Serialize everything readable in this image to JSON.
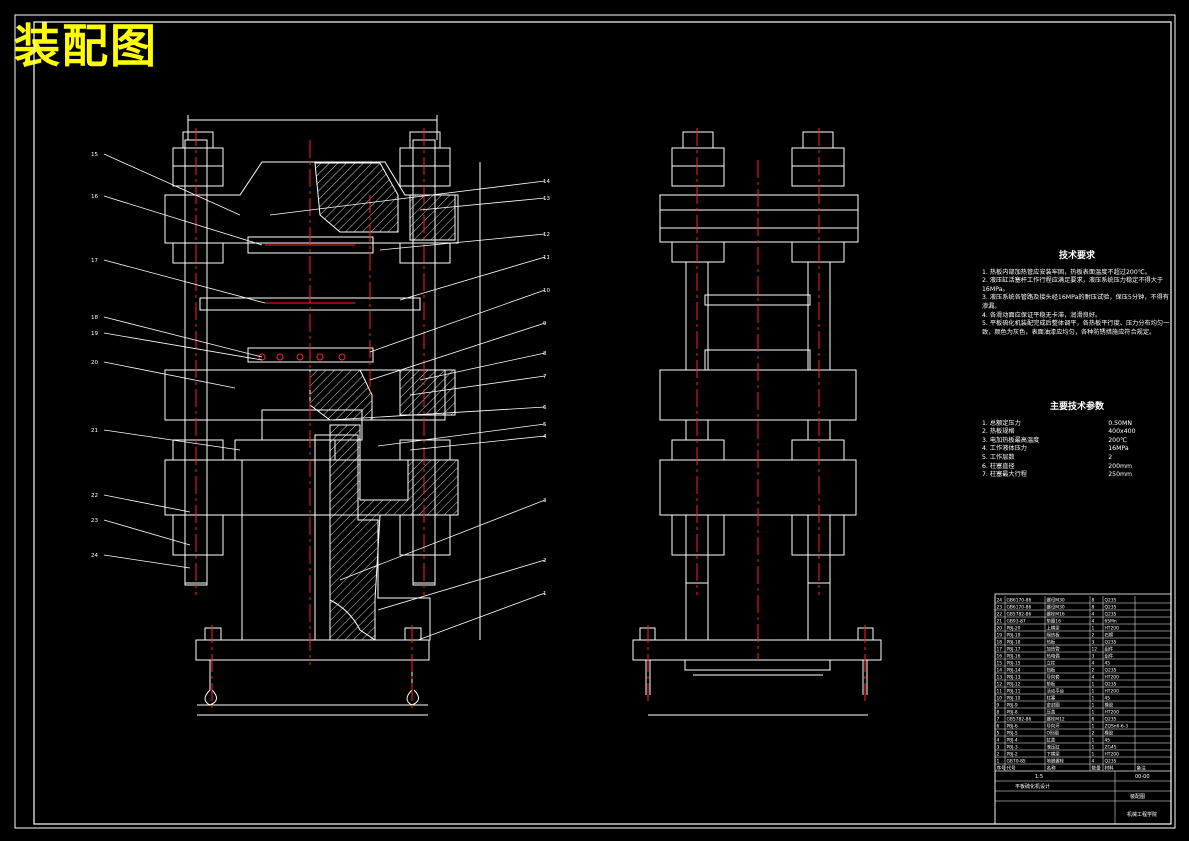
{
  "drawing": {
    "title": "装配图",
    "colors": {
      "title": "#ffff00",
      "lines": "#ffffff",
      "centerlines": "#ff2020",
      "background": "#000000"
    },
    "balloons": [
      "15",
      "16",
      "17",
      "18",
      "19",
      "20",
      "21",
      "22",
      "23",
      "24",
      "14",
      "13",
      "12",
      "11",
      "10",
      "9",
      "8",
      "7",
      "6",
      "5",
      "4",
      "3",
      "2",
      "1"
    ]
  },
  "tech_requirements": {
    "heading": "技术要求",
    "items": [
      "1. 热板内部加热管应安装牢固，热板表面温度不超过200℃。",
      "2. 液压缸活塞杆工作行程应满足要求，液压系统压力稳定不得大于16MPa。",
      "3. 液压系统各管路及接头经16MPa的耐压试验，保压5分钟，不得有渗漏。",
      "4. 各滑动面应保证平稳无卡滞，润滑良好。",
      "5. 平板硫化机装配完成后整体调平，各热板平行度、压力分布均匀一致，颜色为灰色，表面油漆应均匀，各种防锈措施应符合规定。"
    ]
  },
  "main_params": {
    "heading": "主要技术参数",
    "rows": [
      [
        "1. 总额定压力",
        "0.50MN"
      ],
      [
        "2. 热板规格",
        "400x400"
      ],
      [
        "3. 电加热板最高温度",
        "200℃"
      ],
      [
        "4. 工作液体压力",
        "16MPa"
      ],
      [
        "5. 工作层数",
        "2"
      ],
      [
        "6. 柱塞直径",
        "200mm"
      ],
      [
        "7. 柱塞最大行程",
        "250mm"
      ]
    ]
  },
  "title_block": {
    "parts_header": [
      "序号",
      "代号",
      "名称",
      "数量",
      "材料",
      "备注"
    ],
    "parts": [
      [
        "24",
        "GB6170-86",
        "螺母M30",
        "8",
        "Q235",
        ""
      ],
      [
        "23",
        "GB6170-86",
        "螺母M30",
        "8",
        "Q235",
        ""
      ],
      [
        "22",
        "GB5782-86",
        "螺栓M16",
        "4",
        "Q235",
        ""
      ],
      [
        "21",
        "GB93-87",
        "垫圈16",
        "4",
        "65Mn",
        ""
      ],
      [
        "20",
        "PBJ-20",
        "上横梁",
        "1",
        "HT200",
        ""
      ],
      [
        "19",
        "PBJ-19",
        "隔热板",
        "2",
        "石棉",
        ""
      ],
      [
        "18",
        "PBJ-18",
        "热板",
        "3",
        "Q235",
        ""
      ],
      [
        "17",
        "PBJ-17",
        "加热管",
        "12",
        "组件",
        ""
      ],
      [
        "16",
        "PBJ-16",
        "热电偶",
        "3",
        "组件",
        ""
      ],
      [
        "15",
        "PBJ-15",
        "立柱",
        "4",
        "45",
        ""
      ],
      [
        "14",
        "PBJ-14",
        "挡板",
        "2",
        "Q235",
        ""
      ],
      [
        "13",
        "PBJ-13",
        "导向套",
        "4",
        "HT200",
        ""
      ],
      [
        "12",
        "PBJ-12",
        "垫板",
        "1",
        "Q235",
        ""
      ],
      [
        "11",
        "PBJ-11",
        "活动平台",
        "1",
        "HT200",
        ""
      ],
      [
        "10",
        "PBJ-10",
        "柱塞",
        "1",
        "45",
        ""
      ],
      [
        "9",
        "PBJ-9",
        "密封圈",
        "1",
        "橡胶",
        ""
      ],
      [
        "8",
        "PBJ-8",
        "压盖",
        "1",
        "HT200",
        ""
      ],
      [
        "7",
        "GB5782-86",
        "螺栓M12",
        "6",
        "Q235",
        ""
      ],
      [
        "6",
        "PBJ-6",
        "导向环",
        "1",
        "ZQSn6-6-3",
        ""
      ],
      [
        "5",
        "PBJ-5",
        "O形圈",
        "2",
        "橡胶",
        ""
      ],
      [
        "4",
        "PBJ-4",
        "缸盖",
        "1",
        "45",
        ""
      ],
      [
        "3",
        "PBJ-3",
        "液压缸",
        "1",
        "ZG45",
        ""
      ],
      [
        "2",
        "PBJ-2",
        "下横梁",
        "1",
        "HT200",
        ""
      ],
      [
        "1",
        "GB70-85",
        "地脚螺栓",
        "4",
        "Q235",
        ""
      ]
    ],
    "drawing_name": "装配图",
    "scale": "1:5",
    "sheet_code": "00-00",
    "project": "平板硫化机设计",
    "school": "机械工程学院"
  }
}
